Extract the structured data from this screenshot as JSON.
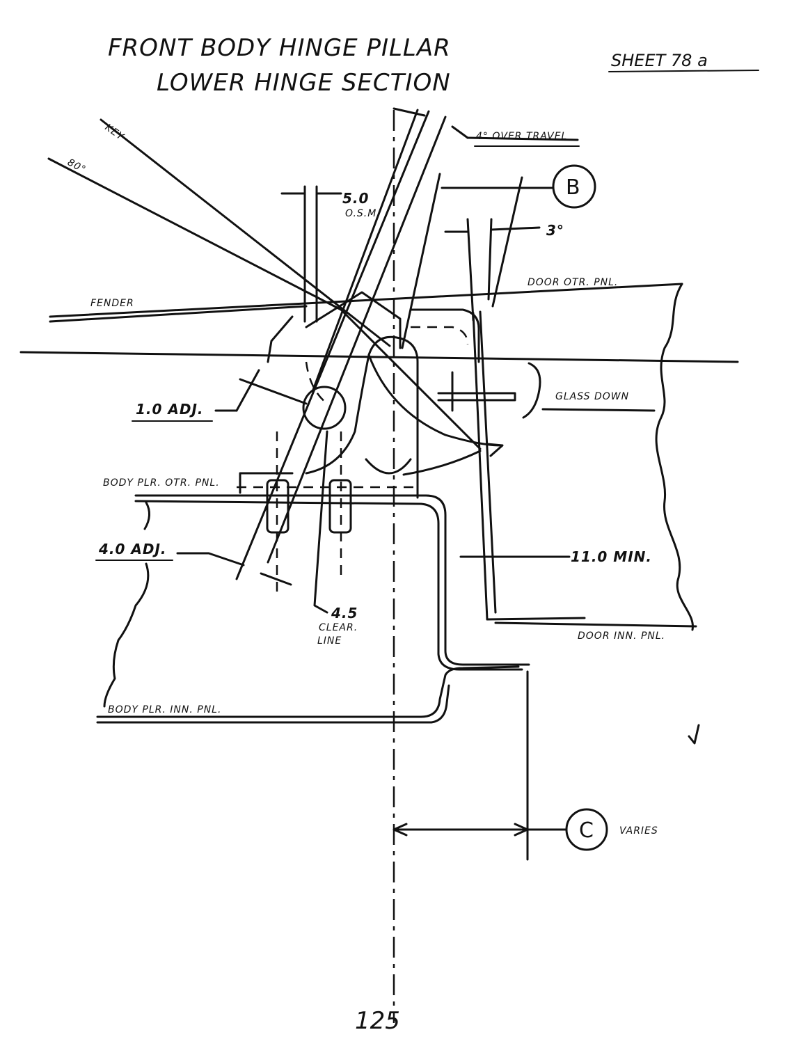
{
  "title": {
    "line1": "FRONT BODY HINGE PILLAR",
    "line2": "LOWER HINGE SECTION"
  },
  "sheet_label": "SHEET 78 a",
  "page_number": "125",
  "callouts": {
    "b": "B",
    "c": "C"
  },
  "labels": {
    "key": "KEY",
    "deg80": "80°",
    "overtravel": "4° OVER TRAVEL",
    "dim_5_0": "5.0",
    "osm": "O.S.M.",
    "dim_3deg": "3°",
    "door_otr_pnl": "DOOR OTR. PNL.",
    "fender": "FENDER",
    "glass_down": "GLASS DOWN",
    "adj_1_0": "1.0 ADJ.",
    "body_plr_otr_pnl": "BODY PLR. OTR. PNL.",
    "adj_4_0": "4.0 ADJ.",
    "min_11_0": "11.0 MIN.",
    "clear_4_5": "4.5",
    "clear_word": "CLEAR.",
    "clear_line": "LINE",
    "door_inn_pnl": "DOOR INN. PNL.",
    "body_plr_inn_pnl": "BODY PLR. INN. PNL.",
    "varies": "VARIES"
  }
}
